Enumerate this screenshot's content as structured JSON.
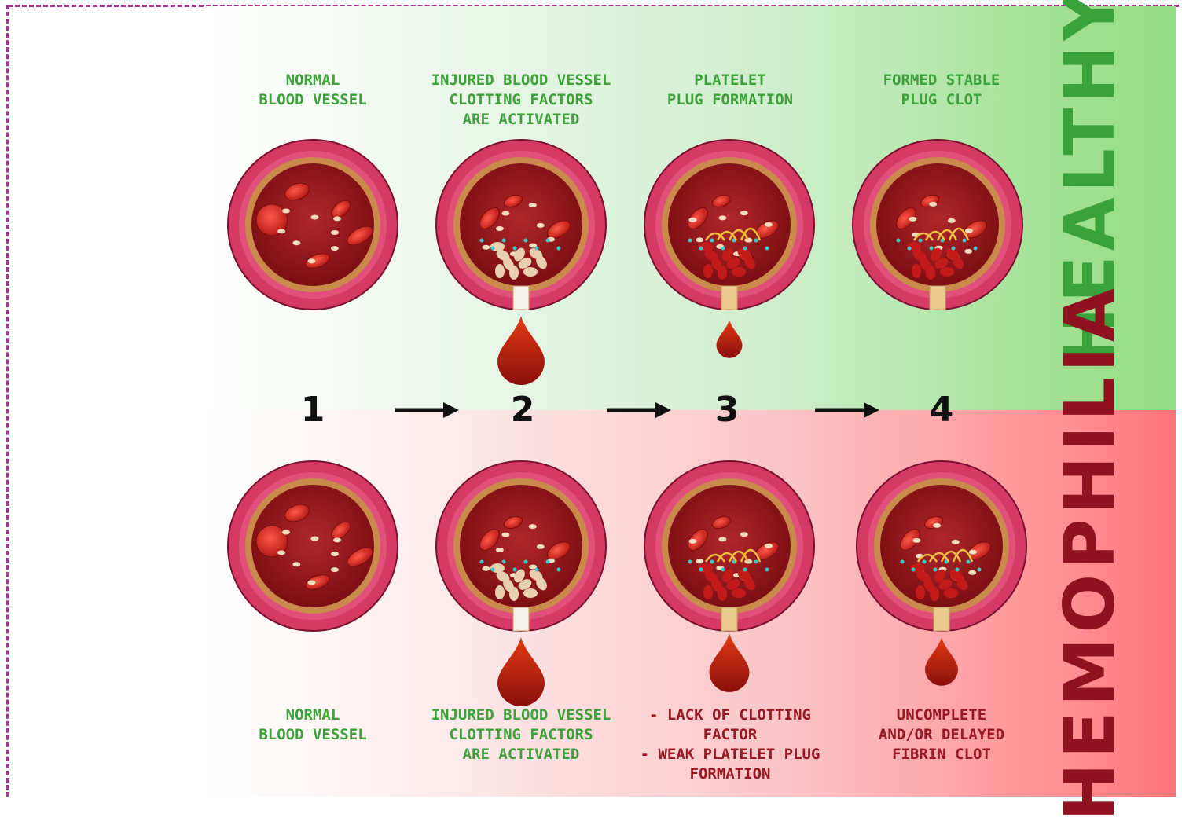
{
  "rows": {
    "healthy": {
      "title": "HEALTHY",
      "band_color": "#93dd83",
      "text_color": "#3aa23a",
      "captions": [
        "NORMAL\nBLOOD VESSEL",
        "INJURED BLOOD VESSEL\nCLOTTING FACTORS\nARE ACTIVATED",
        "PLATELET\nPLUG FORMATION",
        "FORMED STABLE\nPLUG CLOT"
      ]
    },
    "hemophilia": {
      "title": "HEMOPHILIA",
      "band_color": "#ff7378",
      "text_color": "#8e1220",
      "captions": [
        "NORMAL\nBLOOD VESSEL",
        "INJURED BLOOD VESSEL\nCLOTTING FACTORS\nARE ACTIVATED",
        "- LACK OF CLOTTING FACTOR\n- WEAK PLATELET PLUG\nFORMATION",
        "UNCOMPLETE\nAND/OR DELAYED\nFIBRIN CLOT"
      ]
    }
  },
  "steps": [
    "1",
    "2",
    "3",
    "4"
  ],
  "colors": {
    "vessel_outer": "#d43a63",
    "vessel_wall": "#c98a4b",
    "blood": "#8f1216",
    "drop": "#d02a10",
    "frame": "#a3358f"
  }
}
